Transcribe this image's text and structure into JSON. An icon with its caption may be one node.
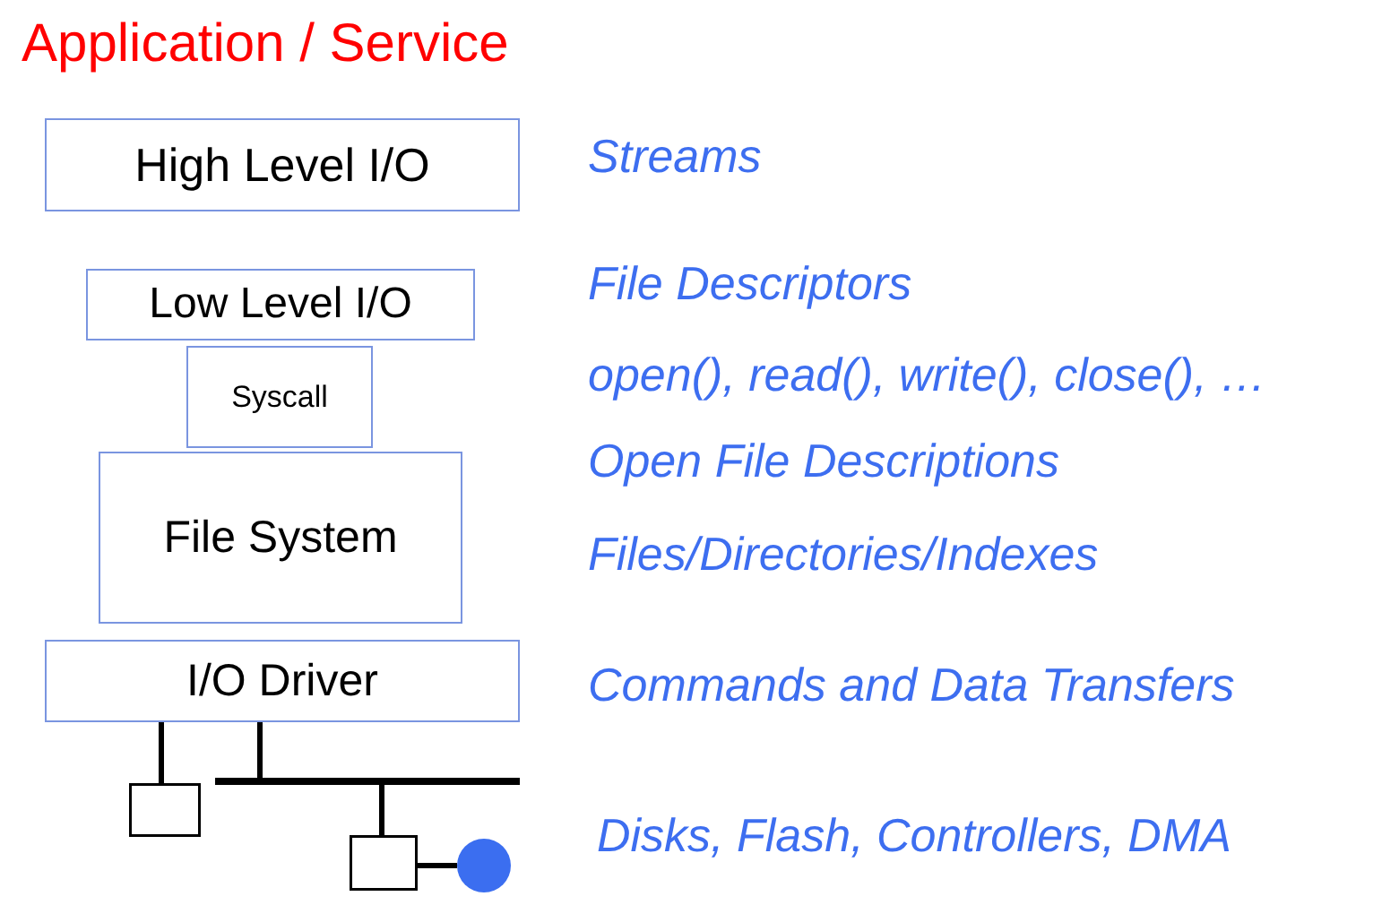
{
  "diagram": {
    "title": "Application / Service",
    "nodes": [
      {
        "text": [
          "High Level I/O"
        ]
      },
      {
        "text": [
          "Low Level I/O"
        ]
      },
      {
        "text": [
          "Syscall"
        ]
      },
      {
        "text": [
          "File System"
        ]
      },
      {
        "text": [
          "I/O Driver"
        ]
      },
      {
        "text": [],
        "shape": "box"
      },
      {
        "text": [],
        "shape": "bar"
      },
      {
        "text": [],
        "shape": "box"
      },
      {
        "text": [],
        "shape": "circle"
      }
    ],
    "edges": [
      {
        "from": 4,
        "to": 5,
        "arrow": "none"
      },
      {
        "from": 4,
        "to": 6,
        "arrow": "none"
      },
      {
        "from": 6,
        "to": 7,
        "arrow": "none"
      },
      {
        "from": 7,
        "to": 8,
        "arrow": "none"
      }
    ],
    "labels": [
      "Streams",
      "File Descriptors",
      "open(), read(), write(), close(), …",
      "Open File Descriptions",
      "Files/Directories/Indexes",
      "Commands and Data Transfers",
      "Disks, Flash, Controllers, DMA"
    ]
  }
}
